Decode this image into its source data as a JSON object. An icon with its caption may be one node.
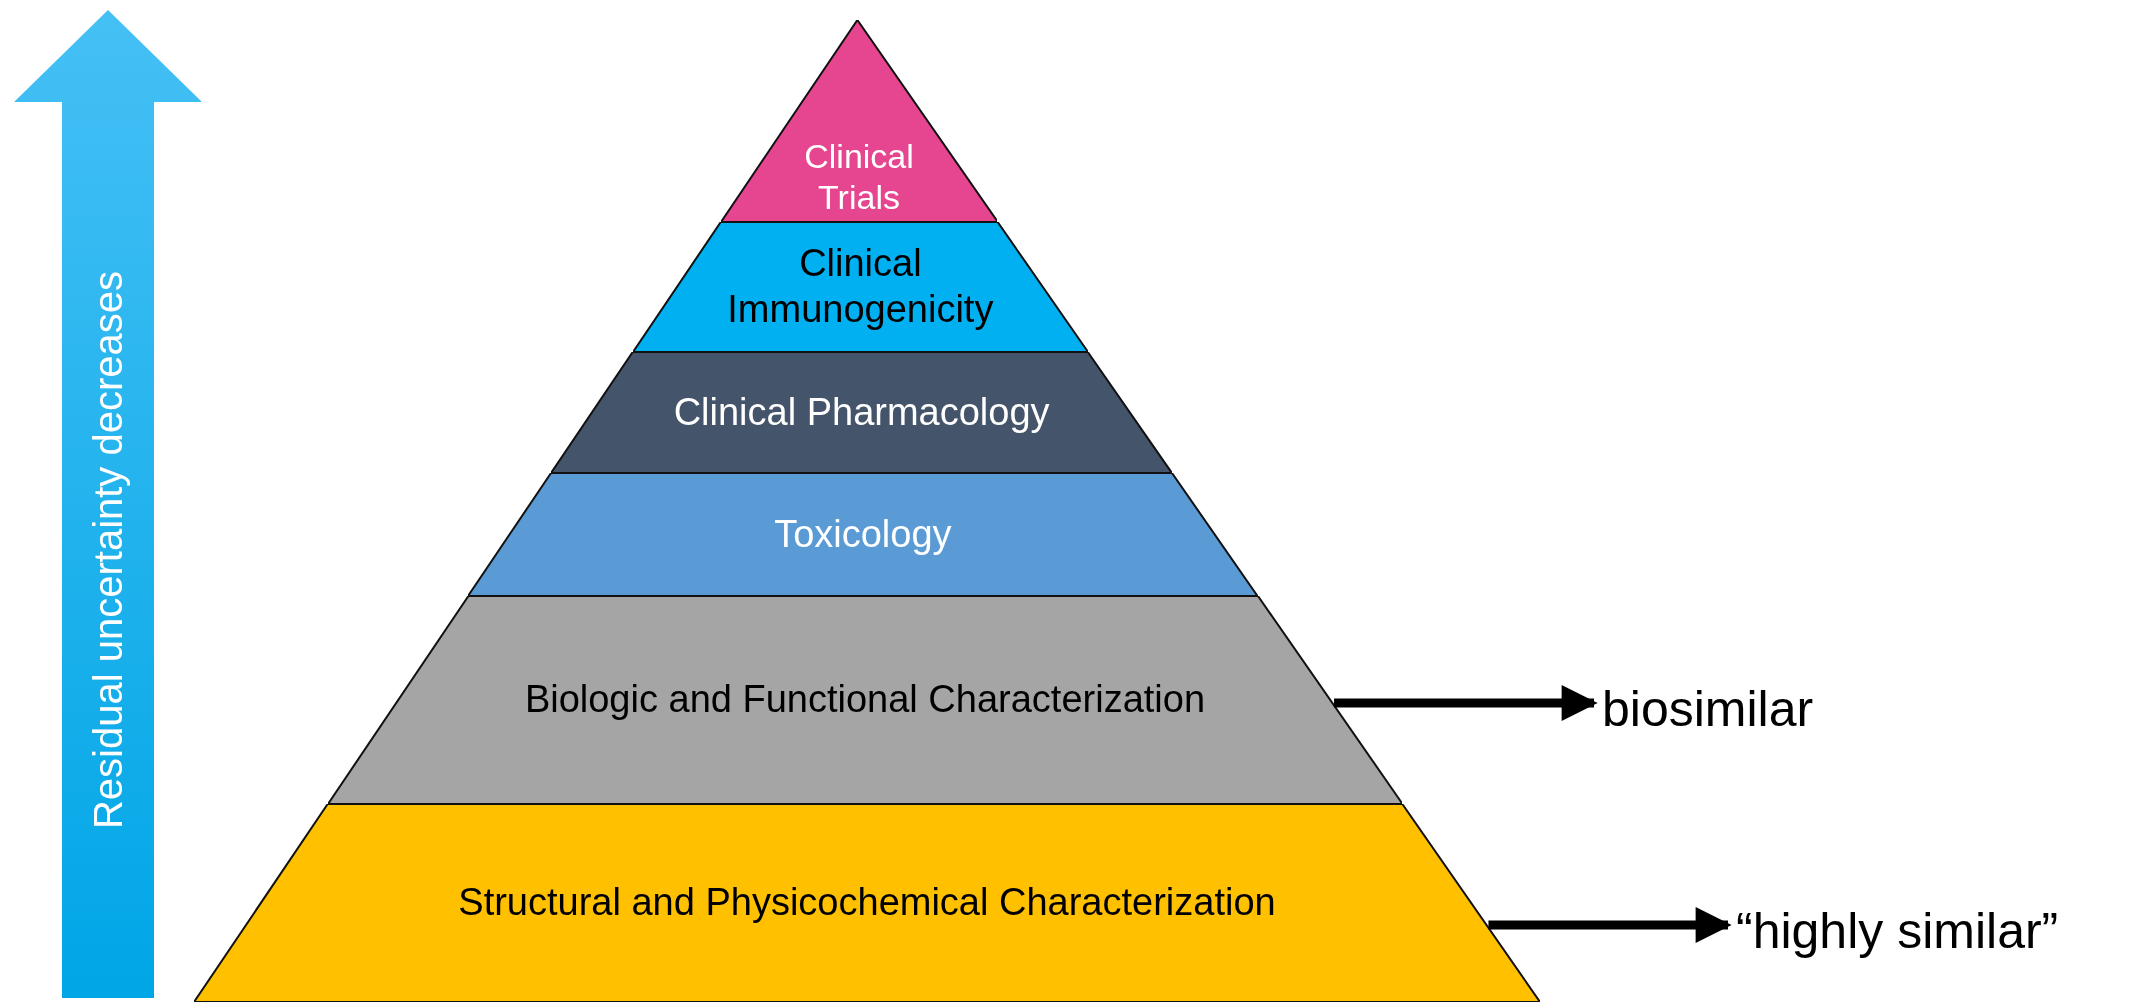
{
  "diagram": {
    "nodes": [
      {
        "text": [
          "Clinical Trials"
        ]
      },
      {
        "text": [
          "Clinical Immunogenicity"
        ]
      },
      {
        "text": [
          "Clinical Pharmacology"
        ]
      },
      {
        "text": [
          "Toxicology"
        ]
      },
      {
        "text": [
          "Biologic and Functional Characterization"
        ]
      },
      {
        "text": [
          "Structural and Physicochemical Characterization"
        ]
      },
      {
        "text": [
          "Residual uncertainty decreases"
        ]
      },
      {
        "text": [
          "biosimilar"
        ]
      },
      {
        "text": [
          "“highly similar”"
        ]
      }
    ],
    "edges": [
      {
        "from": 4,
        "to": 7,
        "arrow": "to"
      },
      {
        "from": 5,
        "to": 8,
        "arrow": "to"
      }
    ]
  }
}
